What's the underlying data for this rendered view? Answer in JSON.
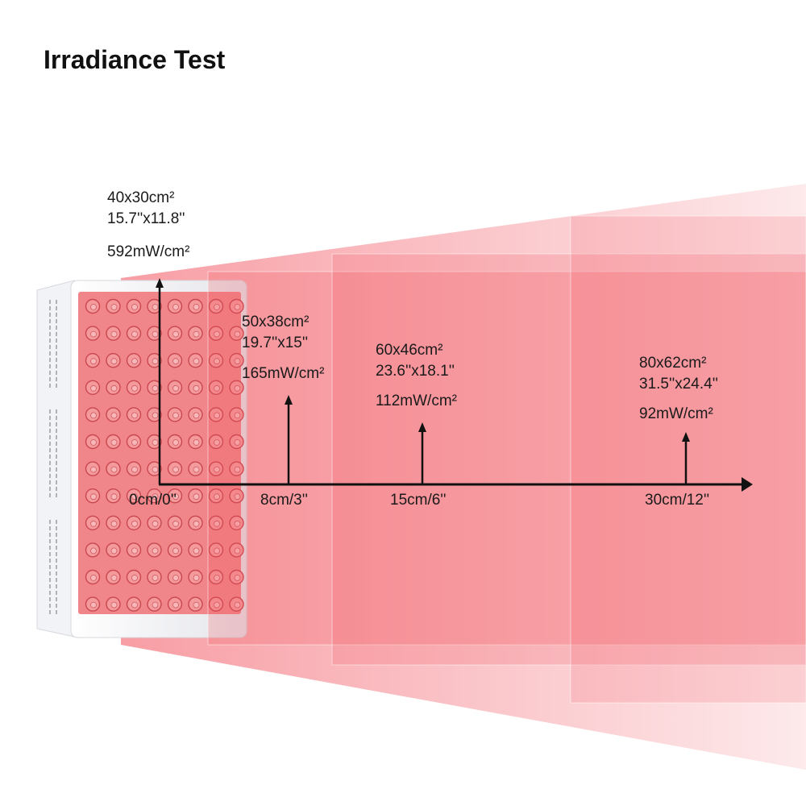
{
  "title": "Irradiance Test",
  "colors": {
    "beam": "#f55f68",
    "led": "#f07f84",
    "panel_body": "#f4f4f6",
    "axis": "#111111"
  },
  "icons": {
    "device": "red-light-therapy-panel"
  },
  "measurements": [
    {
      "distance": "0cm/0''",
      "area_cm": "40x30cm²",
      "area_in": "15.7''x11.8''",
      "irradiance": "592mW/cm²"
    },
    {
      "distance": "8cm/3''",
      "area_cm": "50x38cm²",
      "area_in": "19.7''x15''",
      "irradiance": "165mW/cm²"
    },
    {
      "distance": "15cm/6''",
      "area_cm": "60x46cm²",
      "area_in": "23.6''x18.1''",
      "irradiance": "112mW/cm²"
    },
    {
      "distance": "30cm/12''",
      "area_cm": "80x62cm²",
      "area_in": "31.5''x24.4''",
      "irradiance": "92mW/cm²"
    }
  ]
}
